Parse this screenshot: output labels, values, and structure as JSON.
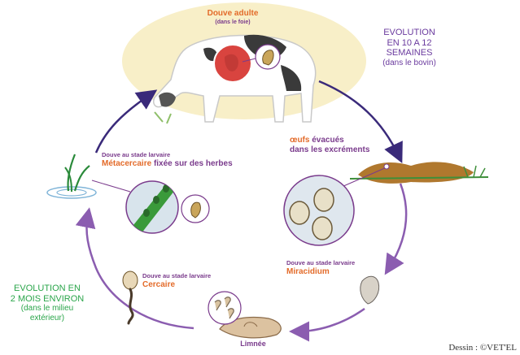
{
  "adult": {
    "title": "Douve adulte",
    "subtitle": "(dans le foie)"
  },
  "evolution_bovin": {
    "line1": "EVOLUTION",
    "line2": "EN 10 A 12",
    "line3": "SEMAINES",
    "line4": "(dans le bovin)"
  },
  "eggs": {
    "word": "œufs",
    "line1_rest": "évacués",
    "line2": "dans les excréments"
  },
  "metacercaire": {
    "caption": "Douve au stade larvaire",
    "name": "Métacercaire",
    "rest": "fixée sur des herbes"
  },
  "miracidium": {
    "caption": "Douve au stade larvaire",
    "name": "Miracidium"
  },
  "cercaire": {
    "caption": "Douve au stade larvaire",
    "name": "Cercaire"
  },
  "limnee": {
    "label": "Limnée"
  },
  "evolution_exterieur": {
    "line1": "EVOLUTION EN",
    "line2": "2 MOIS ENVIRON",
    "line3": "(dans le milieu",
    "line4": "extérieur)"
  },
  "credit": "Dessin : ©VET'EL",
  "colors": {
    "arrow": "#3a2a7a",
    "arrow_light": "#8b5db0",
    "orange": "#e36b2a",
    "purple": "#7a3b8c",
    "green": "#2aa54a",
    "yellow_bg": "#f8efc8"
  }
}
